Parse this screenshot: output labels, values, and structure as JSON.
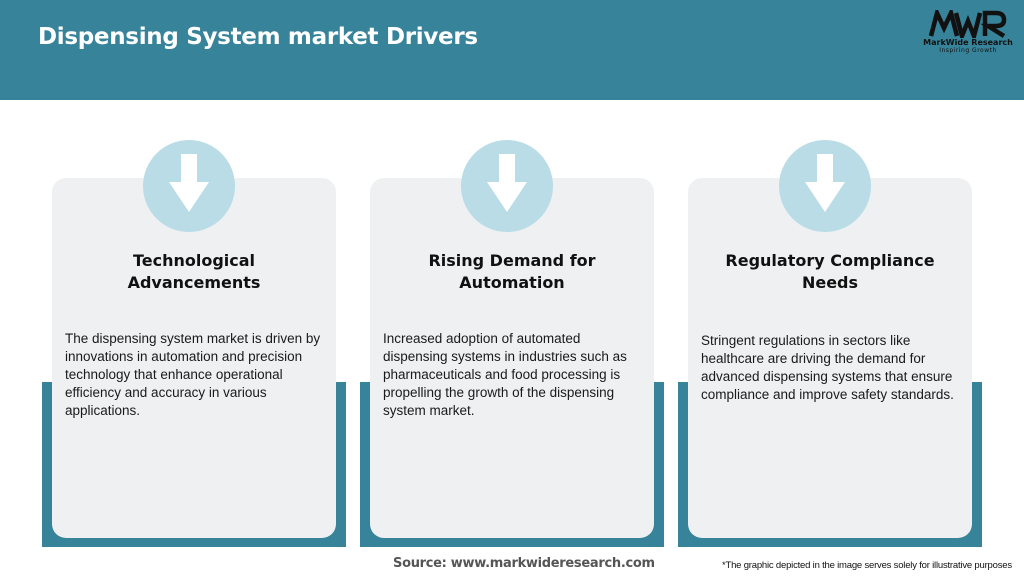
{
  "header": {
    "title": "Dispensing System market Drivers",
    "logo": {
      "mark": "MWR",
      "name": "MarkWide Research",
      "tagline": "Inspiring Growth"
    }
  },
  "colors": {
    "header_bg": "#37849a",
    "card_bg": "#eef0f2",
    "icon_circle": "#b9dce6",
    "accent_shadow": "#37849a"
  },
  "cards": [
    {
      "icon": "down-arrow-icon",
      "title": "Technological Advancements",
      "text": "The dispensing system market is driven by innovations in automation and precision technology that enhance operational efficiency and accuracy in various applications."
    },
    {
      "icon": "down-arrow-icon",
      "title": "Rising Demand for Automation",
      "text": "Increased adoption of automated dispensing systems in industries such as pharmaceuticals and food processing is propelling the growth of the dispensing system market."
    },
    {
      "icon": "down-arrow-icon",
      "title": "Regulatory Compliance Needs",
      "text": "Stringent regulations in sectors like healthcare are driving the demand for advanced dispensing systems that ensure compliance and improve safety standards."
    }
  ],
  "footer": {
    "source": "Source: www.markwideresearch.com",
    "disclaimer": "*The graphic depicted in the image serves solely for illustrative purposes"
  }
}
